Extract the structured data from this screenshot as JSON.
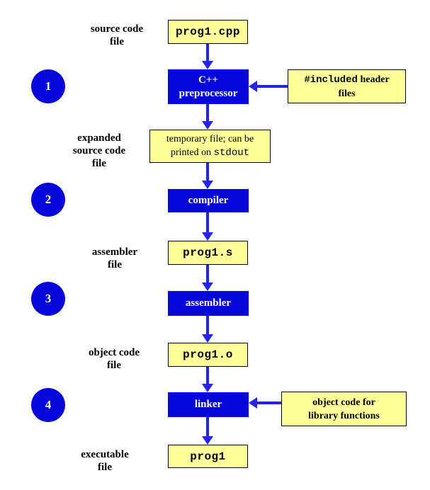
{
  "palette": {
    "box_yellow": "#ffff99",
    "box_blue": "#0707dc",
    "arrow_blue": "#2323ea",
    "text_dark": "#000000",
    "text_light": "#ffffff"
  },
  "step_numbers": [
    "1",
    "2",
    "3",
    "4"
  ],
  "side_labels": {
    "source": "source code\nfile",
    "expanded": "expanded\nsource code\nfile",
    "assembler": "assembler\nfile",
    "object": "object code\nfile",
    "executable": "executable\nfile"
  },
  "process_boxes": {
    "preprocessor": "C++\npreprocessor",
    "compiler": "compiler",
    "assembler": "assembler",
    "linker": "linker"
  },
  "file_boxes": {
    "source": "prog1.cpp",
    "assembly": "prog1.s",
    "object": "prog1.o",
    "executable": "prog1"
  },
  "annotation_boxes": {
    "temp_file": {
      "line1": "temporary file; can be",
      "line2_text": "printed on",
      "line2_code": "stdout"
    },
    "headers": {
      "line1_code": "#included",
      "line1_text": "header",
      "line2": "files"
    },
    "library": {
      "line1": "object code for",
      "line2": "library functions"
    }
  }
}
